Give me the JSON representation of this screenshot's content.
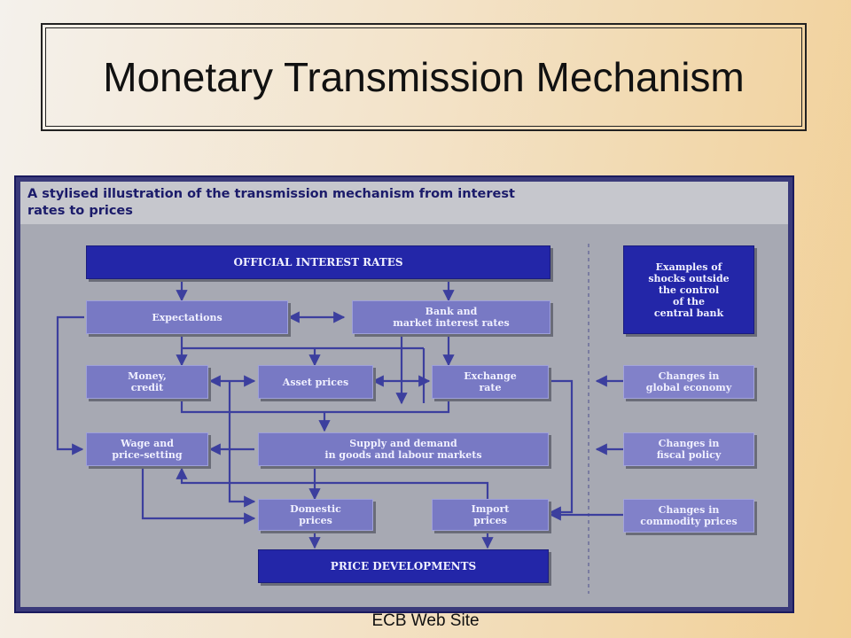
{
  "slide": {
    "title": "Monetary Transmission Mechanism",
    "caption": "ECB Web Site"
  },
  "figure": {
    "header_line1": "A stylised illustration of the transmission mechanism from interest",
    "header_line2": "rates to prices",
    "nodes": {
      "official_rates": [
        "OFFICIAL INTEREST RATES"
      ],
      "expectations": [
        "Expectations"
      ],
      "bank_rates": [
        "Bank and",
        "market interest rates"
      ],
      "money_credit": [
        "Money,",
        "credit"
      ],
      "asset_prices": [
        "Asset prices"
      ],
      "exchange_rate": [
        "Exchange",
        "rate"
      ],
      "wage_setting": [
        "Wage and",
        "price-setting"
      ],
      "supply_demand": [
        "Supply and demand",
        "in goods and labour markets"
      ],
      "domestic_prices": [
        "Domestic",
        "prices"
      ],
      "import_prices": [
        "Import",
        "prices"
      ],
      "price_developments": [
        "PRICE DEVELOPMENTS"
      ],
      "shocks_header": [
        "Examples of",
        "shocks outside",
        "the control",
        "of the",
        "central bank"
      ],
      "shock_global": [
        "Changes in",
        "global economy"
      ],
      "shock_fiscal": [
        "Changes in",
        "fiscal policy"
      ],
      "shock_commodity": [
        "Changes in",
        "commodity prices"
      ]
    },
    "colors": {
      "dark_box": "#2326a8",
      "light_box": "#7879c4",
      "arrow": "#3c3f9e",
      "panel": "#a7a9b3"
    }
  }
}
